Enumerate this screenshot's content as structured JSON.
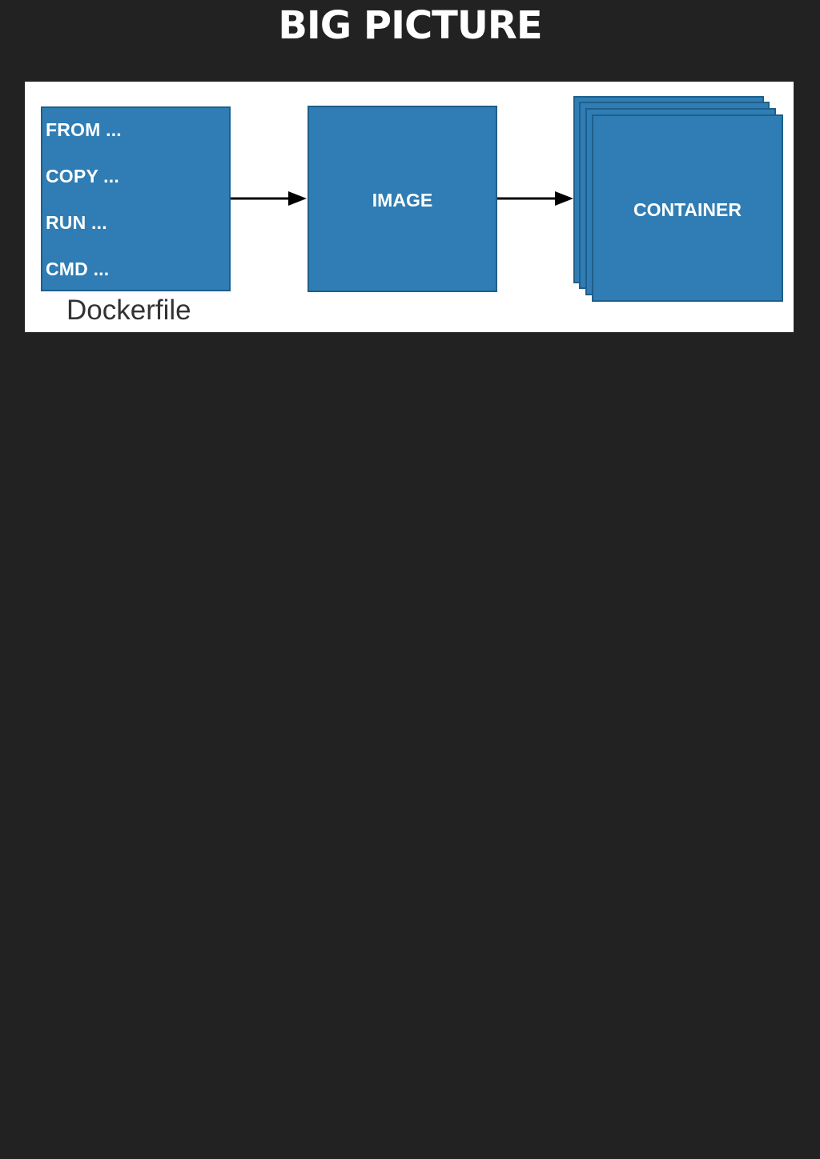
{
  "title": "BIG PICTURE",
  "colors": {
    "background": "#222222",
    "panel": "#ffffff",
    "box_fill": "#2f7db4",
    "arrow": "#000000"
  },
  "diagram": {
    "dockerfile": {
      "instructions": [
        "FROM ...",
        "COPY ...",
        "RUN ...",
        "CMD ..."
      ],
      "caption": "Dockerfile"
    },
    "image": {
      "label": "IMAGE"
    },
    "container": {
      "label": "CONTAINER"
    },
    "arrows": [
      {
        "from": "dockerfile",
        "to": "image"
      },
      {
        "from": "image",
        "to": "container"
      }
    ]
  }
}
